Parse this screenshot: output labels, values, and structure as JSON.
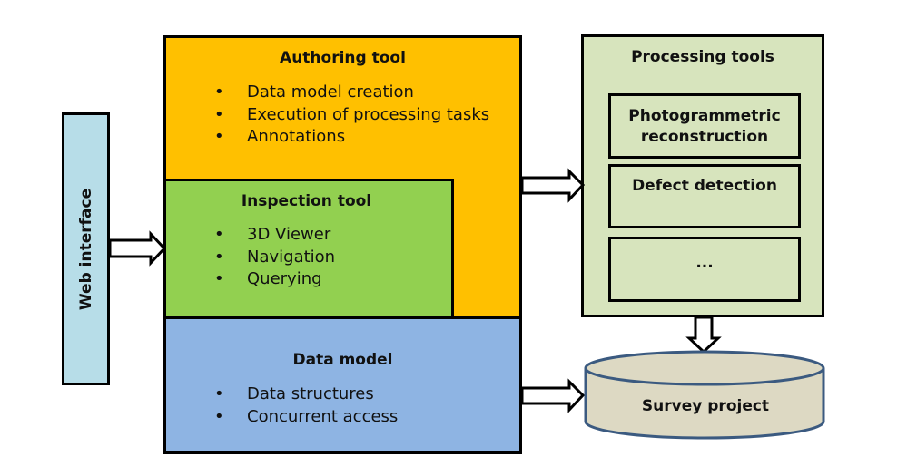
{
  "web_interface": {
    "label": "Web interface"
  },
  "authoring_tool": {
    "title": "Authoring tool",
    "items": [
      "Data model creation",
      "Execution of processing tasks",
      "Annotations"
    ]
  },
  "inspection_tool": {
    "title": "Inspection tool",
    "items": [
      "3D Viewer",
      "Navigation",
      "Querying"
    ]
  },
  "data_model": {
    "title": "Data model",
    "items": [
      "Data structures",
      "Concurrent access"
    ]
  },
  "processing_tools": {
    "title": "Processing tools",
    "subtools": [
      "Photogrammetric reconstruction",
      "Defect detection",
      "..."
    ]
  },
  "survey_project": {
    "label": "Survey project"
  },
  "colors": {
    "web_interface": "#b7dde8",
    "authoring_tool": "#ffc000",
    "inspection_tool": "#92d050",
    "data_model": "#8eb4e3",
    "processing_tools": "#d7e4bd",
    "survey_project_fill": "#ddd9c3",
    "survey_project_stroke": "#3b5a80"
  }
}
